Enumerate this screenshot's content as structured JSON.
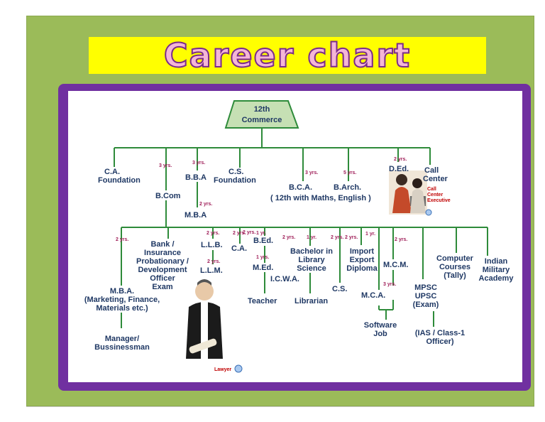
{
  "title": "Career chart",
  "root": "12th Commerce",
  "root_lines": [
    "12th",
    "Commerce"
  ],
  "nodes": {
    "ca_found": [
      "C.A.",
      "Foundation"
    ],
    "bba": [
      "B.B.A"
    ],
    "cs_found": [
      "C.S.",
      "Foundation"
    ],
    "bca": [
      "B.C.A."
    ],
    "barch": [
      "B.Arch."
    ],
    "bca_note": [
      "( 12th with Maths, English )"
    ],
    "ded": [
      "D.Ed."
    ],
    "call_center": [
      "Call",
      "Center"
    ],
    "bcom": [
      "B.Com"
    ],
    "mba_top": [
      "M.B.A"
    ],
    "bank": [
      "Bank /",
      "Insurance",
      "Probationary /",
      "Development",
      "Officer",
      "Exam"
    ],
    "llb": [
      "L.L.B."
    ],
    "llm": [
      "L.L.M."
    ],
    "ca": [
      "C.A."
    ],
    "bed": [
      "B.Ed."
    ],
    "med": [
      "M.Ed."
    ],
    "bachelor_lib": [
      "Bachelor in",
      "Library",
      "Science"
    ],
    "icwa": [
      "I.C.W.A."
    ],
    "import_export": [
      "Import",
      "Export",
      "Diploma"
    ],
    "cs": [
      "C.S."
    ],
    "mcm": [
      "M.C.M."
    ],
    "mca": [
      "M.C.A."
    ],
    "computer": [
      "Computer",
      "Courses",
      "(Tally)"
    ],
    "indian_military": [
      "Indian",
      "Military",
      "Academy"
    ],
    "mpsc": [
      "MPSC",
      "UPSC",
      "(Exam)"
    ],
    "mba": [
      "M.B.A.",
      "(Marketing, Finance,",
      "Materials etc.)"
    ],
    "teacher": [
      "Teacher"
    ],
    "librarian": [
      "Librarian"
    ],
    "software_job": [
      "Software",
      "Job"
    ],
    "ias": [
      "(IAS / Class-1",
      "Officer)"
    ],
    "manager": [
      "Manager/",
      "Bussinessman"
    ]
  },
  "durations": {
    "d_bcom": "3 yrs.",
    "d_bba": "3 yrs.",
    "d_bca": "3 yrs.",
    "d_barch": "5 yrs.",
    "d_ded": "2 yrs.",
    "d_mba_top": "2 yrs.",
    "d_mba": "2 yrs.",
    "d_llb": "2 yrs.",
    "d_llm": "2 yrs.",
    "d_ca": "2 yrs.",
    "d_bed": "1 yr.",
    "d_med": "1 yrs.",
    "d_lib1": "2 yrs.",
    "d_lib2": "1 yr.",
    "d_icwa": "2 yrs.",
    "d_ie1": "2 yrs.",
    "d_ie2": "1 yr.",
    "d_mcm": "2 yrs.",
    "d_mca": "3 yrs.",
    "d_cs": "2 yrs."
  },
  "photo_labels": {
    "call_center_exec": [
      "Call",
      "Center",
      "Executive"
    ],
    "lawyer": "Lawyer"
  },
  "colors": {
    "slide_bg": "#9bbb59",
    "title_bg": "#ffff00",
    "frame": "#7030a0",
    "line": "#2e8b3a",
    "node_text": "#1f3864",
    "root_fill": "#c6e0b4"
  }
}
